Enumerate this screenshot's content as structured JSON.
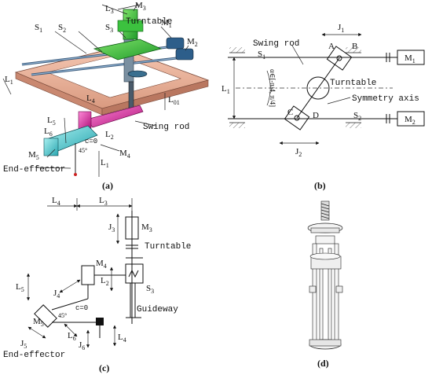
{
  "panel_a": {
    "caption": "(a)",
    "labels": {
      "s1": "S",
      "s1_sub": "1",
      "s2": "S",
      "s2_sub": "2",
      "s3": "S",
      "s3_sub": "3",
      "m1": "M",
      "m1_sub": "1",
      "m2": "M",
      "m2_sub": "2",
      "m3": "M",
      "m3_sub": "3",
      "m4": "M",
      "m4_sub": "4",
      "m5": "M",
      "m5_sub": "5",
      "l1": "L",
      "l1_sub": "1",
      "l2": "L",
      "l2_sub": "2",
      "l3": "L",
      "l3_sub": "3",
      "l4": "L",
      "l4_sub": "4",
      "l5": "L",
      "l5_sub": "5",
      "l6": "L",
      "l6_sub": "6",
      "l01": "L",
      "l01_sub": "01",
      "turntable": "Turntable",
      "swing_rod": "Swing rod",
      "end_effector": "End-effector",
      "c_zero": "c=0",
      "angle45": "45°"
    }
  },
  "panel_b": {
    "caption": "(b)",
    "labels": {
      "swing_rod": "Swing rod",
      "turntable": "Turntable",
      "symmetry_axis": "Symmetry axis",
      "s1": "S",
      "s1_sub": "1",
      "s2": "S",
      "s2_sub": "2",
      "m1": "M",
      "m1_sub": "1",
      "m2": "M",
      "m2_sub": "2",
      "j1": "J",
      "j1_sub": "1",
      "j2": "J",
      "j2_sub": "2",
      "l1": "L",
      "l1_sub": "1",
      "a": "A",
      "b": "B",
      "c": "C",
      "d": "D",
      "angle_range": "α∈[-π/4, π/4]"
    }
  },
  "panel_c": {
    "caption": "(c)",
    "labels": {
      "l4": "L",
      "l4_sub": "4",
      "l3": "L",
      "l3_sub": "3",
      "l2": "L",
      "l2_sub": "2",
      "l5": "L",
      "l5_sub": "5",
      "l6": "L",
      "l6_sub": "6",
      "j3": "J",
      "j3_sub": "3",
      "j4": "J",
      "j4_sub": "4",
      "j5": "J",
      "j5_sub": "5",
      "j6": "J",
      "j6_sub": "6",
      "m3": "M",
      "m3_sub": "3",
      "m4": "M",
      "m4_sub": "4",
      "m5": "M",
      "m5_sub": "5",
      "s3": "S",
      "s3_sub": "3",
      "turntable": "Turntable",
      "guideway": "Guideway",
      "end_effector": "End-effector",
      "c_zero": "c=0",
      "angle45": "45°"
    }
  },
  "panel_d": {
    "caption": "(d)"
  }
}
